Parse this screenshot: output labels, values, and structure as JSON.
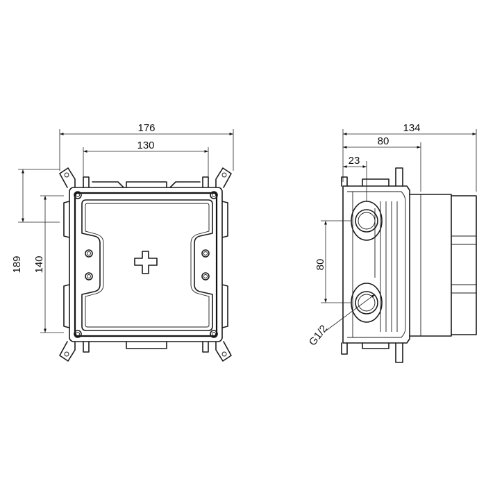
{
  "front_view": {
    "dim_width_outer": "176",
    "dim_width_inner": "130",
    "dim_height_outer": "189",
    "dim_height_inner": "140"
  },
  "side_view": {
    "dim_depth_total": "134",
    "dim_depth_body": "80",
    "dim_outlet_offset": "23",
    "dim_outlet_spacing": "80",
    "thread_label": "G1/2"
  },
  "colors": {
    "line": "#1a1a1a",
    "background": "#ffffff"
  }
}
